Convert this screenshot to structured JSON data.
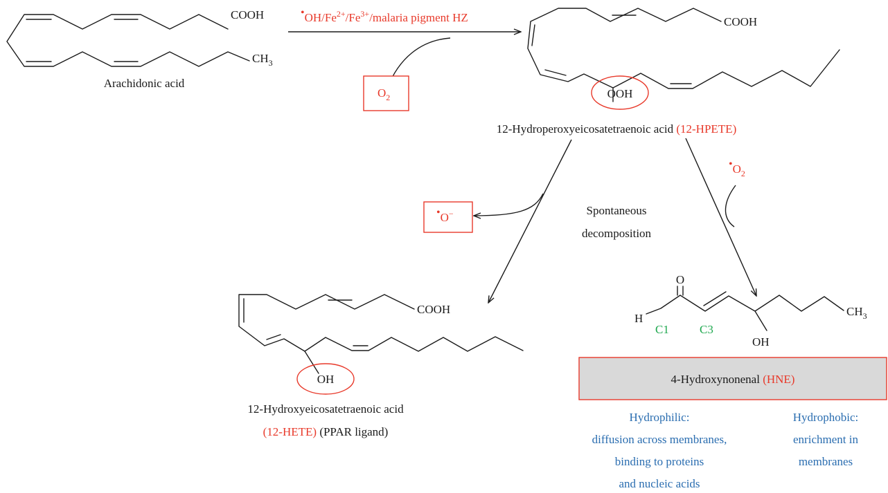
{
  "arachidonic": {
    "name": "Arachidonic acid",
    "cooh": "COOH",
    "ch3": "CH",
    "ch3_sub": "3"
  },
  "reaction1": {
    "dot": "•",
    "oh": "OH/Fe",
    "fe2": "2+",
    "slash": "/Fe",
    "fe3": "3+",
    "rest": "/malaria pigment HZ",
    "o2": "O",
    "o2_sub": "2"
  },
  "hpete": {
    "cooh": "COOH",
    "ooh": "OOH",
    "name": "12-Hydroperoxyeicosatetraenoic acid ",
    "abbr": "(12-HPETE)"
  },
  "superoxide": {
    "dot": "•",
    "o": "O",
    "charge": "−"
  },
  "decomp": {
    "line1": "Spontaneous",
    "line2": "decomposition"
  },
  "o2rad": {
    "dot": "•",
    "o": "O",
    "sub": "2"
  },
  "hete": {
    "cooh": "COOH",
    "oh": "OH",
    "name_line1": "12-Hydroxyeicosatetraenoic acid",
    "abbr": "(12-HETE)",
    "ligand": " (PPAR ligand)"
  },
  "hne": {
    "o": "O",
    "h": "H",
    "c1": "C1",
    "c3": "C3",
    "oh": "OH",
    "ch3": "CH",
    "ch3_sub": "3",
    "name": "4-Hydroxynonenal ",
    "abbr": "(HNE)"
  },
  "properties": {
    "hydrophilic": [
      "Hydrophilic:",
      "diffusion across membranes,",
      "binding to proteins",
      "and nucleic acids"
    ],
    "hydrophobic": [
      "Hydrophobic:",
      "enrichment in",
      "membranes"
    ]
  },
  "colors": {
    "accent": "#e8392a",
    "carbon_label": "#1fa84f",
    "property_text": "#2a6db0",
    "name_box": "#d9d9d9"
  }
}
